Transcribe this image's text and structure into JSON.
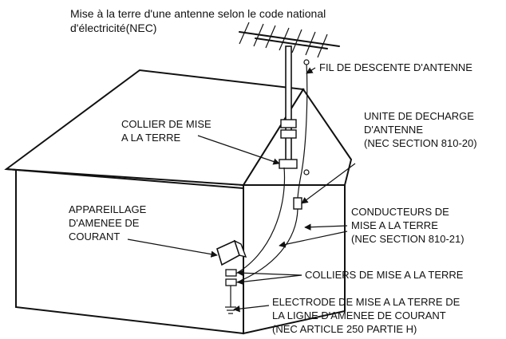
{
  "title": {
    "line1": "Mise à la terre d'une antenne selon le code national",
    "line2": "d'électricité(NEC)"
  },
  "labels": {
    "lead_in_wire": "FIL DE DESCENTE D'ANTENNE",
    "ground_clamp": [
      "COLLIER DE MISE",
      "A LA TERRE"
    ],
    "discharge_unit": [
      "UNITE DE DECHARGE",
      "D'ANTENNE",
      "(NEC SECTION 810-20)"
    ],
    "grounding_conductors": [
      "CONDUCTEURS DE",
      "MISE A LA TERRE",
      "(NEC SECTION 810-21)"
    ],
    "service_equipment": [
      "APPAREILLAGE",
      "D'AMENEE DE",
      "COURANT"
    ],
    "ground_clamps": "COLLIERS DE MISE A LA TERRE",
    "electrode_system": [
      "ELECTRODE DE MISE A LA TERRE DE",
      "LA LIGNE D'AMENEE DE COURANT",
      "(NEC ARTICLE 250 PARTIE H)"
    ]
  }
}
